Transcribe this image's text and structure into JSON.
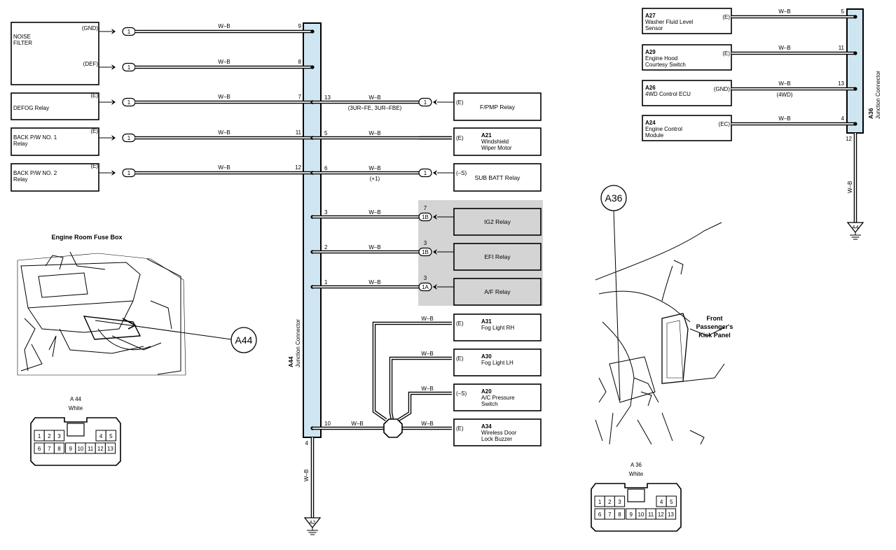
{
  "wire_color": "W–B",
  "colors": {
    "connector_fill": "#cfe6f2",
    "relay_highlight": "#d4d4d4",
    "wire": "#000000"
  },
  "a44": {
    "id": "A44",
    "name": "Junction Connector",
    "bottom_pin": "4",
    "ground": "A2"
  },
  "a36": {
    "id": "A36",
    "name": "Junction Connector",
    "bottom_pin": "12",
    "ground": "A4"
  },
  "left_components": [
    {
      "lines": [
        "NOISE",
        "FILTER"
      ],
      "terminals": [
        {
          "label": "(GND)",
          "connector": "1",
          "wire": "W–B",
          "pin": "9"
        },
        {
          "label": "(DEF)",
          "connector": "1",
          "wire": "W–B",
          "pin": "8"
        }
      ]
    },
    {
      "lines": [
        "DEFOG Relay"
      ],
      "terminals": [
        {
          "label": "(E)",
          "connector": "1",
          "wire": "W–B",
          "pin": "7"
        }
      ]
    },
    {
      "lines": [
        "BACK P/W NO. 1",
        "Relay"
      ],
      "terminals": [
        {
          "label": "(E)",
          "connector": "1",
          "wire": "W–B",
          "pin": "11"
        }
      ]
    },
    {
      "lines": [
        "BACK P/W NO. 2",
        "Relay"
      ],
      "terminals": [
        {
          "label": "(E)",
          "connector": "1",
          "wire": "W–B",
          "pin": "12"
        }
      ]
    }
  ],
  "right_components": [
    {
      "pin": "13",
      "wire": "W–B",
      "note": "(3UR–FE,  3UR–FBE)",
      "connector": "1",
      "terminal": "(E)",
      "code": "",
      "name": [
        "F/PMP Relay"
      ],
      "highlight": false
    },
    {
      "pin": "5",
      "wire": "W–B",
      "note": "",
      "connector": "",
      "terminal": "(E)",
      "code": "A21",
      "name": [
        "Windshield",
        "Wiper Motor"
      ],
      "highlight": false
    },
    {
      "pin": "6",
      "wire": "W–B",
      "note": "(+1)",
      "connector": "1",
      "terminal": "(–S)",
      "code": "",
      "name": [
        "SUB BATT Relay"
      ],
      "highlight": false
    },
    {
      "pin": "3",
      "wire": "W–B",
      "note": "",
      "connector": "1B",
      "connector_pin": "7",
      "terminal": "",
      "code": "",
      "name": [
        "IG2 Relay"
      ],
      "highlight": true
    },
    {
      "pin": "2",
      "wire": "W–B",
      "note": "",
      "connector": "1B",
      "connector_pin": "3",
      "terminal": "",
      "code": "",
      "name": [
        "EFI Relay"
      ],
      "highlight": true
    },
    {
      "pin": "1",
      "wire": "W–B",
      "note": "",
      "connector": "1A",
      "connector_pin": "3",
      "terminal": "",
      "code": "",
      "name": [
        "A/F Relay"
      ],
      "highlight": true
    }
  ],
  "splice_pin": "10",
  "splice_wire": "W–B",
  "splice_components": [
    {
      "wire": "W–B",
      "terminal": "(E)",
      "code": "A31",
      "name": [
        "Fog Light RH"
      ]
    },
    {
      "wire": "W–B",
      "terminal": "(E)",
      "code": "A30",
      "name": [
        "Fog Light LH"
      ]
    },
    {
      "wire": "W–B",
      "terminal": "(–S)",
      "code": "A20",
      "name": [
        "A/C Pressure",
        "Switch"
      ]
    },
    {
      "wire": "W–B",
      "terminal": "(E)",
      "code": "A34",
      "name": [
        "Wireless Door",
        "Lock Buzzer"
      ]
    }
  ],
  "a36_components": [
    {
      "code": "A27",
      "name": [
        "Washer Fluid Level",
        "Sensor"
      ],
      "terminal": "(E)",
      "wire": "W–B",
      "pin": "5",
      "note": ""
    },
    {
      "code": "A29",
      "name": [
        "Engine Hood",
        "Courtesy Switch"
      ],
      "terminal": "(E)",
      "wire": "W–B",
      "pin": "11",
      "note": ""
    },
    {
      "code": "A26",
      "name": [
        "4WD Control ECU"
      ],
      "terminal": "(GND)",
      "wire": "W–B",
      "pin": "13",
      "note": "(4WD)"
    },
    {
      "code": "A24",
      "name": [
        "Engine Control",
        "Module"
      ],
      "terminal": "(EC)",
      "wire": "W–B",
      "pin": "4",
      "note": ""
    }
  ],
  "engine_room": {
    "title": "Engine Room Fuse Box",
    "callout": "A44",
    "connector_code": "A 44",
    "connector_color": "White",
    "pins_top": [
      "1",
      "2",
      "3",
      "",
      "4",
      "5"
    ],
    "pins_bottom": [
      "6",
      "7",
      "8",
      "9",
      "10",
      "11",
      "12",
      "13"
    ]
  },
  "kick_panel": {
    "title_lines": [
      "Front",
      "Passenger's",
      "Kick Panel"
    ],
    "callout": "A36",
    "connector_code": "A 36",
    "connector_color": "White",
    "pins_top": [
      "1",
      "2",
      "3",
      "",
      "4",
      "5"
    ],
    "pins_bottom": [
      "6",
      "7",
      "8",
      "9",
      "10",
      "11",
      "12",
      "13"
    ]
  }
}
